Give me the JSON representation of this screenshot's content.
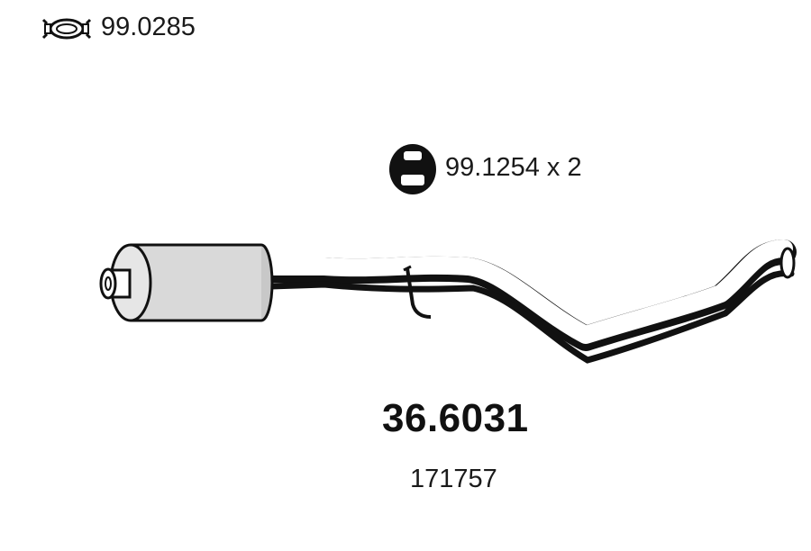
{
  "clamp": {
    "icon": "exhaust-clamp-icon",
    "code": "99.0285"
  },
  "hanger": {
    "icon": "rubber-hanger-icon",
    "code": "99.1254 x 2"
  },
  "part": {
    "number": "36.6031",
    "ref": "171757"
  },
  "colors": {
    "ink": "#111111",
    "body_fill": "#d9d9d9",
    "background": "#ffffff"
  }
}
